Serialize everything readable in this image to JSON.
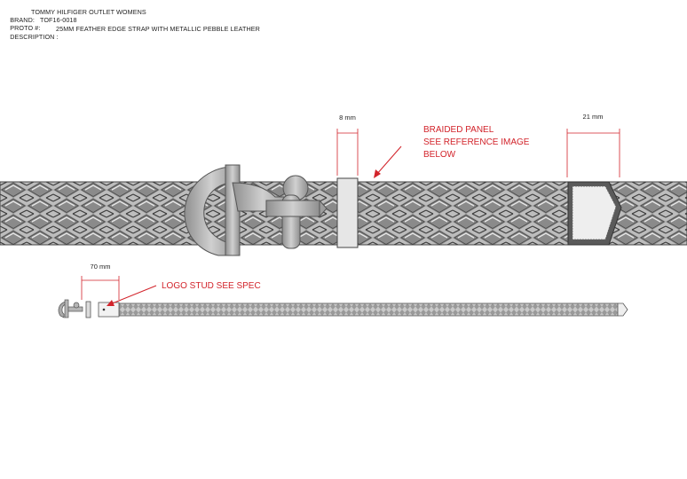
{
  "header": {
    "brand_label": "BRAND:",
    "brand_value": "TOMMY HILFIGER OUTLET WOMENS",
    "proto_label": "PROTO #:",
    "proto_value": "TOF16-0018",
    "description_label": "DESCRIPTION :",
    "description_value": "25MM FEATHER EDGE STRAP WITH METALLIC PEBBLE LEATHER"
  },
  "dimensions": {
    "loop_width": "8 mm",
    "tip_width": "21 mm",
    "buckle_length": "70 mm"
  },
  "notes": {
    "braided_panel": [
      "BRAIDED PANEL",
      "SEE REFERENCE IMAGE",
      "BELOW"
    ],
    "logo_stud": "LOGO STUD SEE SPEC"
  },
  "colors": {
    "annotation": "#d2232a",
    "braid_light": "#c4c4c4",
    "braid_dark": "#7d7d7d",
    "metal": "#a9a9a9"
  },
  "icons": {
    "buckle": "anchor-buckle-icon",
    "small_buckle": "small-anchor-buckle-icon"
  }
}
